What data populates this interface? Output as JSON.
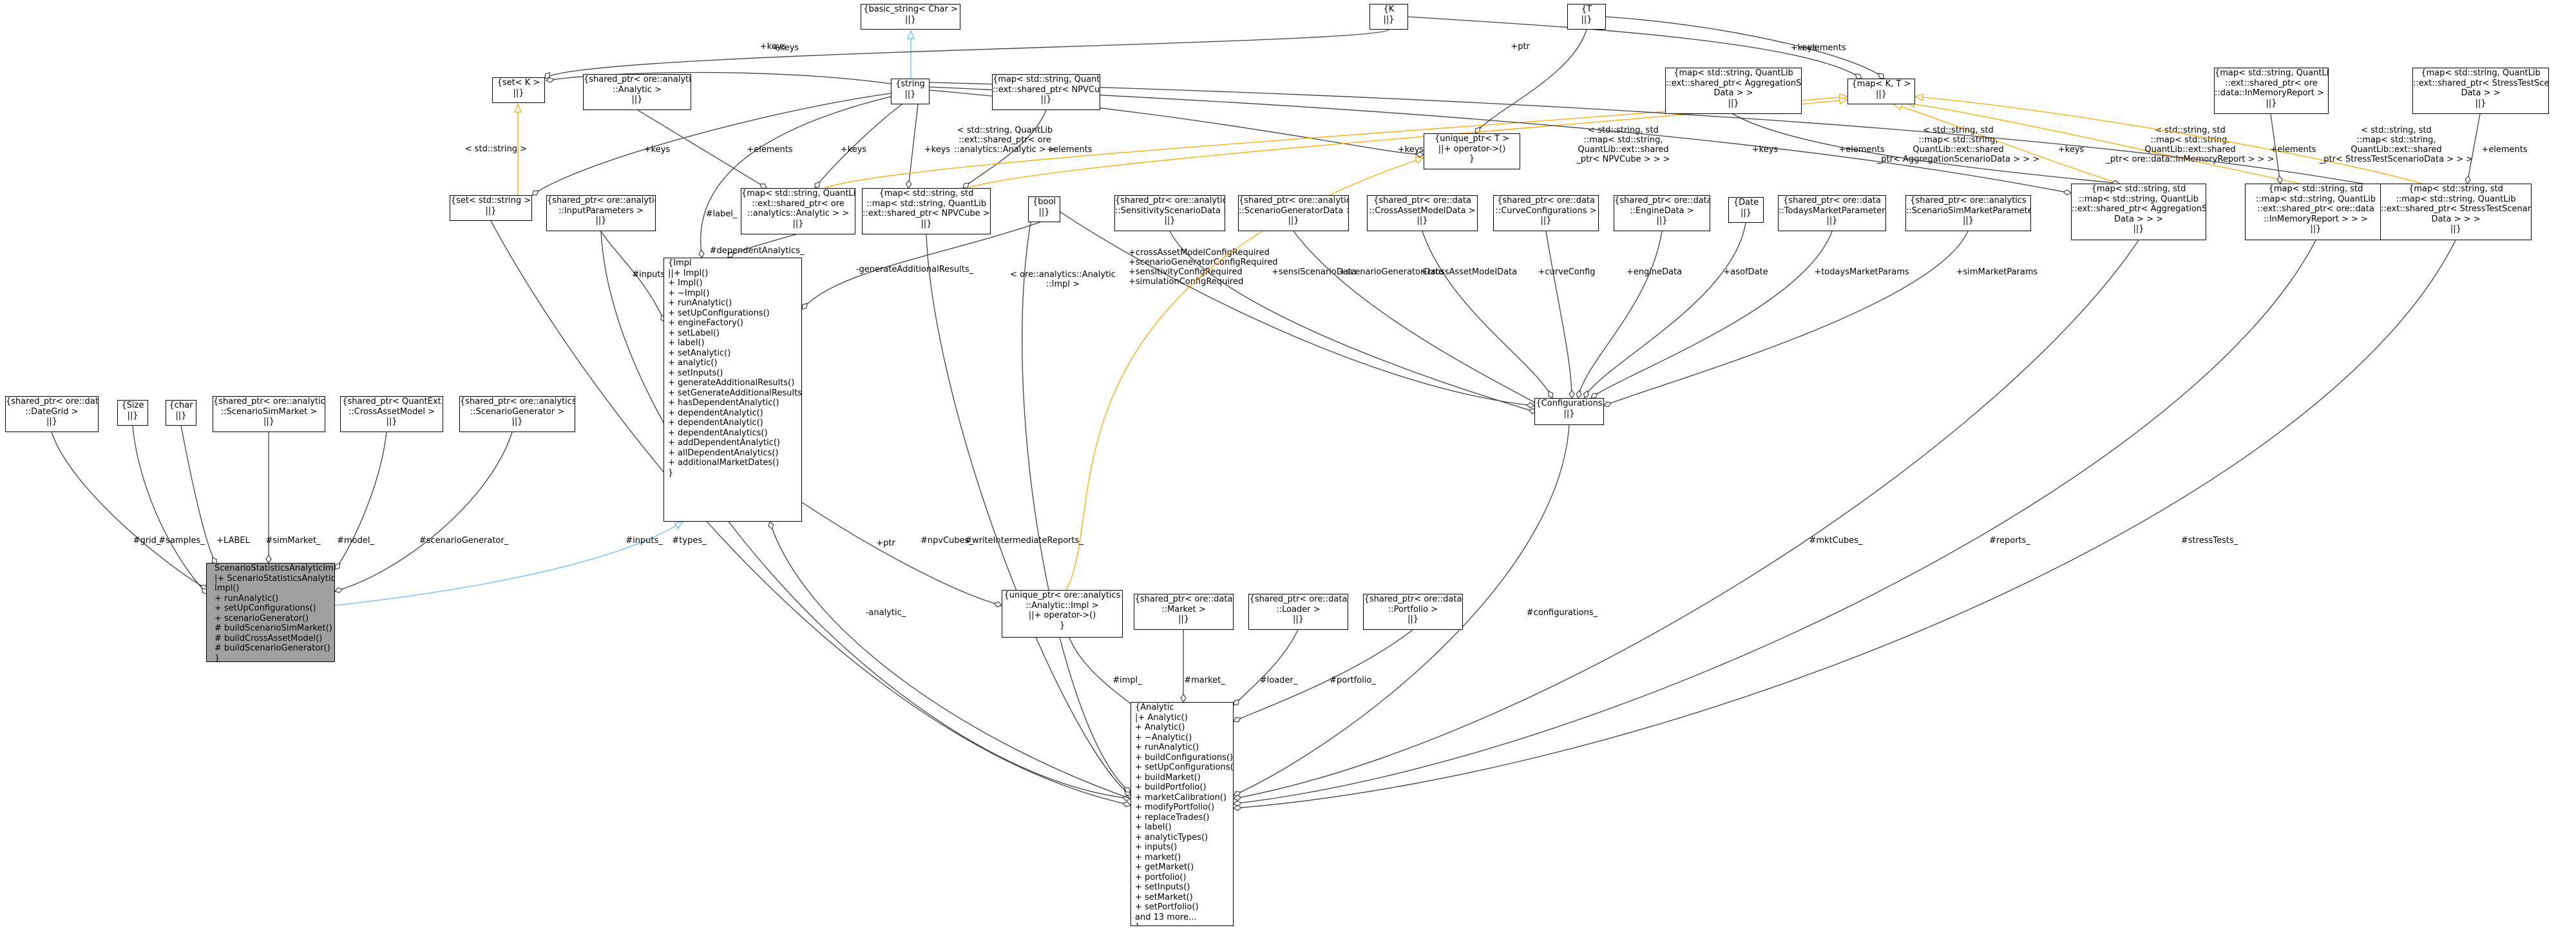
{
  "colors": {
    "composition": "#404040",
    "inheritance": "#63b8ff",
    "template": "#ffa500",
    "highlight": "#a0a0a0"
  },
  "nodes": {
    "scenario_statistics_impl": [
      "ScenarioStatisticsAnalyticImpl",
      "|+ ScenarioStatisticsAnalytic",
      "Impl()",
      "+ runAnalytic()",
      "+ setUpConfigurations()",
      "+ scenarioGenerator()",
      "# buildScenarioSimMarket()",
      "# buildCrossAssetModel()",
      "# buildScenarioGenerator()",
      "}"
    ],
    "shared_ptr_dategrid": [
      "{shared_ptr< ore::data",
      "::DateGrid >",
      "||}"
    ],
    "size": [
      "{Size",
      "||}"
    ],
    "char": [
      "{char",
      "||}"
    ],
    "shared_ptr_scenario_sim_market": [
      "{shared_ptr< ore::analytics",
      "::ScenarioSimMarket >",
      "||}"
    ],
    "shared_ptr_cross_asset_model": [
      "{shared_ptr< QuantExt",
      "::CrossAssetModel >",
      "||}"
    ],
    "shared_ptr_scenario_generator": [
      "{shared_ptr< ore::analytics",
      "::ScenarioGenerator >",
      "||}"
    ],
    "basic_string": [
      "{basic_string< Char >",
      "||}"
    ],
    "string": [
      "{string",
      "||}"
    ],
    "set_k": [
      "{set< K >",
      "||}"
    ],
    "set_string": [
      "{set< std::string >",
      "||}"
    ],
    "shared_ptr_analytic": [
      "{shared_ptr< ore::analytics",
      "::Analytic >",
      "||}"
    ],
    "shared_ptr_input_parameters": [
      "{shared_ptr< ore::analytics",
      "::InputParameters >",
      "||}"
    ],
    "map_npvcube_1": [
      "{map< std::string, QuantLib",
      "::ext::shared_ptr< NPVCube > >",
      "||}"
    ],
    "map_analytic": [
      "{map< std::string, QuantLib",
      "::ext::shared_ptr< ore",
      "::analytics::Analytic > >",
      "||}"
    ],
    "map_npvcube_2": [
      "{map< std::string, std",
      "::map< std::string, QuantLib",
      "::ext::shared_ptr< NPVCube > > >",
      "||}"
    ],
    "bool": [
      "{bool",
      "||}"
    ],
    "shared_ptr_sensitivity": [
      "{shared_ptr< ore::analytics",
      "::SensitivityScenarioData >",
      "||}"
    ],
    "shared_ptr_scenario_generator_data": [
      "{shared_ptr< ore::analytics",
      "::ScenarioGeneratorData >",
      "||}"
    ],
    "shared_ptr_cross_asset_model_data": [
      "{shared_ptr< ore::data",
      "::CrossAssetModelData >",
      "||}"
    ],
    "shared_ptr_curve_configurations": [
      "{shared_ptr< ore::data",
      "::CurveConfigurations >",
      "||}"
    ],
    "shared_ptr_engine_data": [
      "{shared_ptr< ore::data",
      "::EngineData >",
      "||}"
    ],
    "date": [
      "{Date",
      "||}"
    ],
    "shared_ptr_todays_market": [
      "{shared_ptr< ore::data",
      "::TodaysMarketParameters >",
      "||}"
    ],
    "shared_ptr_scenario_sim_market_params": [
      "{shared_ptr< ore::analytics",
      "::ScenarioSimMarketParameters >",
      "||}"
    ],
    "k": [
      "{K",
      "||}"
    ],
    "t": [
      "{T",
      "||}"
    ],
    "unique_ptr_t": [
      "{unique_ptr< T >",
      "||+ operator->()",
      "}"
    ],
    "map_k_t": [
      "{map< K, T >",
      "||}"
    ],
    "map_aggregation_1": [
      "{map< std::string, QuantLib",
      "::ext::shared_ptr< AggregationScenario",
      "Data > >",
      "||}"
    ],
    "map_aggregation_2": [
      "{map< std::string, std",
      "::map< std::string, QuantLib",
      "::ext::shared_ptr< AggregationScenario",
      "Data > > >",
      "||}"
    ],
    "map_inmemory_1": [
      "{map< std::string, QuantLib",
      "::ext::shared_ptr< ore",
      "::data::InMemoryReport > >",
      "||}"
    ],
    "map_inmemory_2": [
      "{map< std::string, std",
      "::map< std::string, QuantLib",
      "::ext::shared_ptr< ore::data",
      "::InMemoryReport > > >",
      "||}"
    ],
    "map_stress_1": [
      "{map< std::string, QuantLib",
      "::ext::shared_ptr< StressTestScenario",
      "Data > >",
      "||}"
    ],
    "map_stress_2": [
      "{map< std::string, std",
      "::map< std::string, QuantLib",
      "::ext::shared_ptr< StressTestScenario",
      "Data > > >",
      "||}"
    ],
    "impl": [
      "{Impl",
      "||+ Impl()",
      "+ Impl()",
      "+ ~Impl()",
      "+ runAnalytic()",
      "+ setUpConfigurations()",
      "+ engineFactory()",
      "+ setLabel()",
      "+ label()",
      "+ setAnalytic()",
      "+ analytic()",
      "+ setInputs()",
      "+ generateAdditionalResults()",
      "+ setGenerateAdditionalResults()",
      "+ hasDependentAnalytic()",
      "+ dependentAnalytic()",
      "+ dependentAnalytic()",
      "+ dependentAnalytics()",
      "+ addDependentAnalytic()",
      "+ allDependentAnalytics()",
      "+ additionalMarketDates()",
      "}"
    ],
    "configurations": [
      "{Configurations",
      "||}"
    ],
    "unique_ptr_impl": [
      "{unique_ptr< ore::analytics",
      "::Analytic::Impl >",
      "||+ operator->()",
      "}"
    ],
    "shared_ptr_market": [
      "{shared_ptr< ore::data",
      "::Market >",
      "||}"
    ],
    "shared_ptr_loader": [
      "{shared_ptr< ore::data",
      "::Loader >",
      "||}"
    ],
    "shared_ptr_portfolio": [
      "{shared_ptr< ore::data",
      "::Portfolio >",
      "||}"
    ],
    "analytic": [
      "{Analytic",
      "|+ Analytic()",
      "+ Analytic()",
      "+ ~Analytic()",
      "+ runAnalytic()",
      "+ buildConfigurations()",
      "+ setUpConfigurations()",
      "+ buildMarket()",
      "+ buildPortfolio()",
      "+ marketCalibration()",
      "+ modifyPortfolio()",
      "+ replaceTrades()",
      "+ label()",
      "+ analyticTypes()",
      "+ inputs()",
      "+ market()",
      "+ getMarket()",
      "+ portfolio()",
      "+ setInputs()",
      "+ setMarket()",
      "+ setPortfolio()",
      "and 13 more...",
      "}"
    ]
  },
  "edge_labels": {
    "grid": "#grid_",
    "samples": "#samples_",
    "label_const": "+LABEL",
    "sim_market": "#simMarket_",
    "model": "#model_",
    "scenario_generator": "#scenarioGenerator_",
    "keys_set": "+keys",
    "string_set": "< std::string >",
    "keys_string_set": "+keys",
    "label": "#label_",
    "elements_analytic": "+elements",
    "keys_analytic": "+keys",
    "keys_npvcube": "+keys",
    "elements_npvcube": "+elements",
    "dependent_analytics": "#dependentAnalytics_",
    "inputs_impl": "#inputs_",
    "template_analytic": "< std::string, QuantLib\n::ext::shared_ptr< ore\n::analytics::Analytic > >",
    "keys_unique": "+keys",
    "keys_k": "+keys",
    "elements_t": "+elements",
    "ptr_t": "+ptr",
    "keys_aggregation": "+keys",
    "elements_aggregation": "+elements",
    "template_npvcube": "< std::string, std\n::map< std::string,\nQuantLib::ext::shared\n_ptr< NPVCube > > >",
    "template_aggregation": "< std::string, std\n::map< std::string,\nQuantLib::ext::shared\n_ptr< AggregationScenarioData > > >",
    "elements_inmemory": "+elements",
    "template_inmemory": "< std::string, std\n::map< std::string,\nQuantLib::ext::shared\n_ptr< ore::data::InMemoryReport > > >",
    "keys_inmemory": "+keys",
    "elements_stress": "+elements",
    "template_stress": "< std::string, std\n::map< std::string,\nQuantLib::ext::shared\n_ptr< StressTestScenarioData > > >",
    "generate_additional_results": "-generateAdditionalResults_",
    "config_required": "+crossAssetModelConfigRequired\n+scenarioGeneratorConfigRequired\n+sensitivityConfigRequired\n+simulationConfigRequired",
    "template_impl": "< ore::analytics::Analytic\n::Impl >",
    "sensi_scenario_data": "+sensiScenarioData",
    "scenario_generator_data": "+scenarioGeneratorData",
    "cross_asset_model_data": "+crossAssetModelData",
    "curve_config": "+curveConfig",
    "engine_data": "+engineData",
    "asof_date": "+asofDate",
    "todays_market_params": "+todaysMarketParams",
    "sim_market_params": "+simMarketParams",
    "ptr_impl": "+ptr",
    "types": "#types_",
    "inputs_analytic": "#inputs_",
    "npv_cubes": "#npvCubes_",
    "write_intermediate_reports": "#writeIntermediateReports_",
    "analytic_back": "-analytic_",
    "impl_": "#impl_",
    "market": "#market_",
    "loader": "#loader_",
    "portfolio": "#portfolio_",
    "configurations": "#configurations_",
    "mkt_cubes": "#mktCubes_",
    "reports": "#reports_",
    "stress_tests": "#stressTests_"
  }
}
